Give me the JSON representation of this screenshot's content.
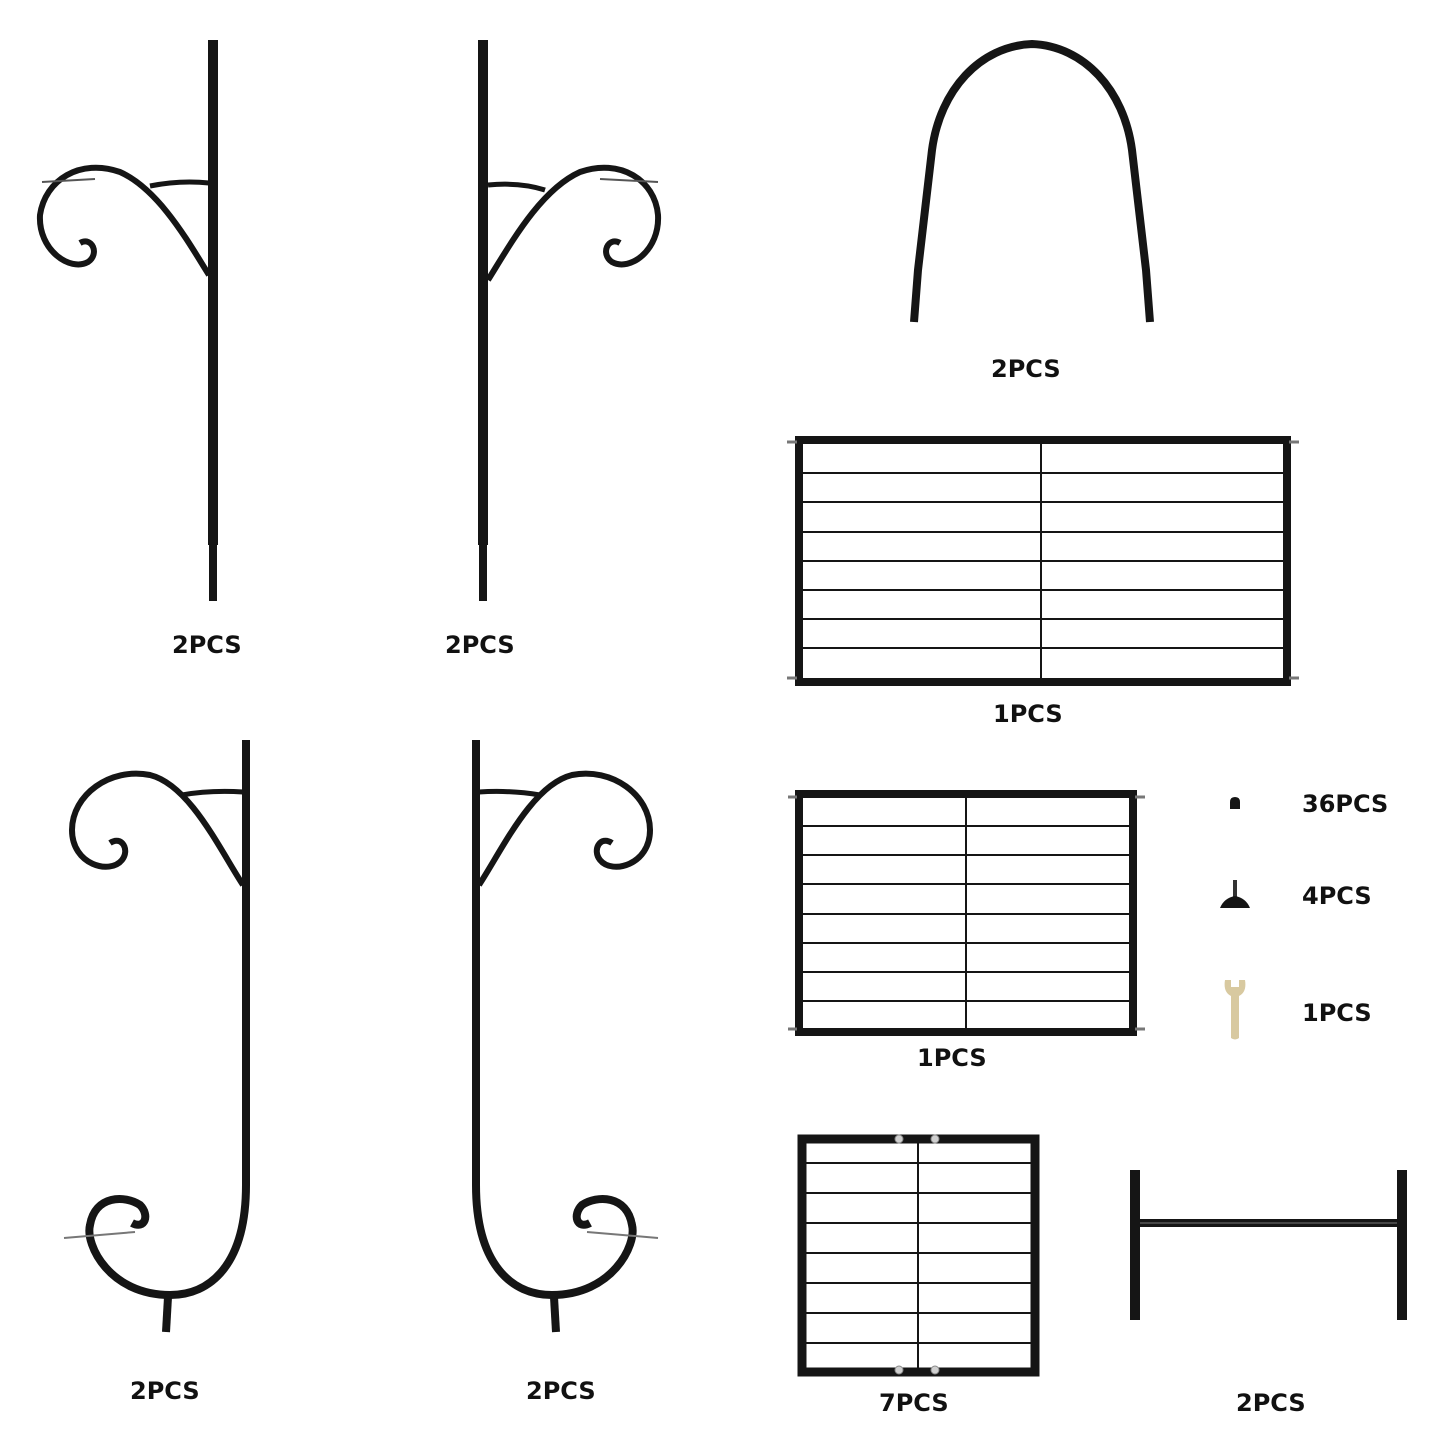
{
  "colors": {
    "metal": "#151515",
    "highlight": "#6a6a6a",
    "wrench": "#d8c9a0",
    "background": "#ffffff"
  },
  "parts": [
    {
      "id": "pole-hook-left",
      "icon": "scroll-hook-pole-left",
      "quantity": "2PCS"
    },
    {
      "id": "pole-hook-right",
      "icon": "scroll-hook-pole-right",
      "quantity": "2PCS"
    },
    {
      "id": "arch",
      "icon": "arch-tube",
      "quantity": "2PCS"
    },
    {
      "id": "wide-panel",
      "icon": "wide-grid-panel",
      "quantity": "1PCS"
    },
    {
      "id": "j-pole-left",
      "icon": "j-scroll-pole-left",
      "quantity": "2PCS"
    },
    {
      "id": "j-pole-right",
      "icon": "j-scroll-pole-right",
      "quantity": "2PCS"
    },
    {
      "id": "medium-panel",
      "icon": "medium-grid-panel",
      "quantity": "1PCS"
    },
    {
      "id": "nut",
      "icon": "cap-nut",
      "quantity": "36PCS"
    },
    {
      "id": "foot",
      "icon": "leveling-foot",
      "quantity": "4PCS"
    },
    {
      "id": "wrench",
      "icon": "wrench",
      "quantity": "1PCS"
    },
    {
      "id": "shelf-panel",
      "icon": "shelf-grid-panel",
      "quantity": "7PCS"
    },
    {
      "id": "h-frame",
      "icon": "h-frame-connector",
      "quantity": "2PCS"
    }
  ]
}
